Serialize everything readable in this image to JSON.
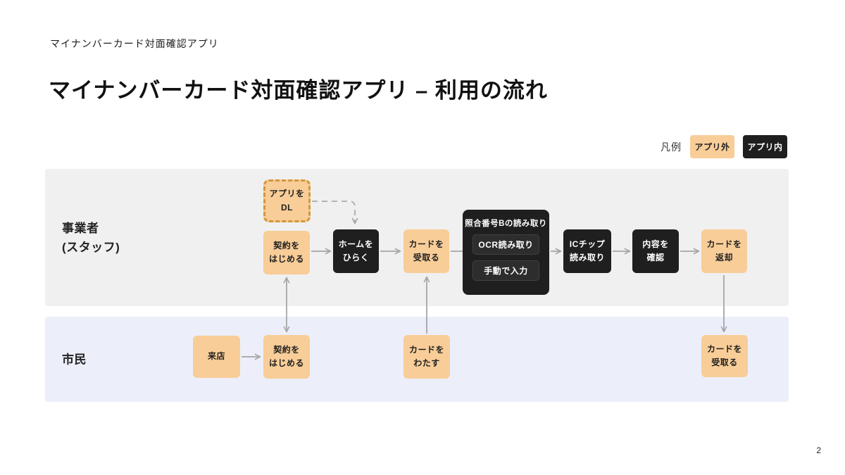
{
  "page": {
    "eyebrow": "マイナンバーカード対面確認アプリ",
    "title": "マイナンバーカード対面確認アプリ – 利用の流れ",
    "page_number": "2"
  },
  "legend": {
    "label": "凡例",
    "outside_app": "アプリ外",
    "inside_app": "アプリ内"
  },
  "colors": {
    "app_outside": "#F8CD98",
    "app_inside": "#1F1F1F",
    "dashed_border": "#D2973B",
    "lane_business_bg": "#F0F0F0",
    "lane_citizen_bg": "#ECEFF9",
    "arrow": "#A6A6A6"
  },
  "lanes": {
    "business": {
      "line1": "事業者",
      "line2": "(スタッフ)"
    },
    "citizen": {
      "line1": "市民",
      "line2": ""
    }
  },
  "flow": {
    "app_dl": {
      "line1": "アプリを",
      "line2": "DL"
    },
    "contract_start_staff": {
      "line1": "契約を",
      "line2": "はじめる"
    },
    "open_home": {
      "line1": "ホームを",
      "line2": "ひらく"
    },
    "receive_card_staff": {
      "line1": "カードを",
      "line2": "受取る"
    },
    "matching_group": {
      "title": "照合番号Bの読み取り",
      "options": [
        "OCR読み取り",
        "手動で入力"
      ]
    },
    "ic_chip_read": {
      "line1": "ICチップ",
      "line2": "読み取り"
    },
    "confirm_contents": {
      "line1": "内容を",
      "line2": "確認"
    },
    "return_card": {
      "line1": "カードを",
      "line2": "返却"
    },
    "visit_store": {
      "line1": "来店",
      "line2": ""
    },
    "contract_start_citizen": {
      "line1": "契約を",
      "line2": "はじめる"
    },
    "hand_card": {
      "line1": "カードを",
      "line2": "わたす"
    },
    "receive_card_citizen": {
      "line1": "カードを",
      "line2": "受取る"
    }
  }
}
